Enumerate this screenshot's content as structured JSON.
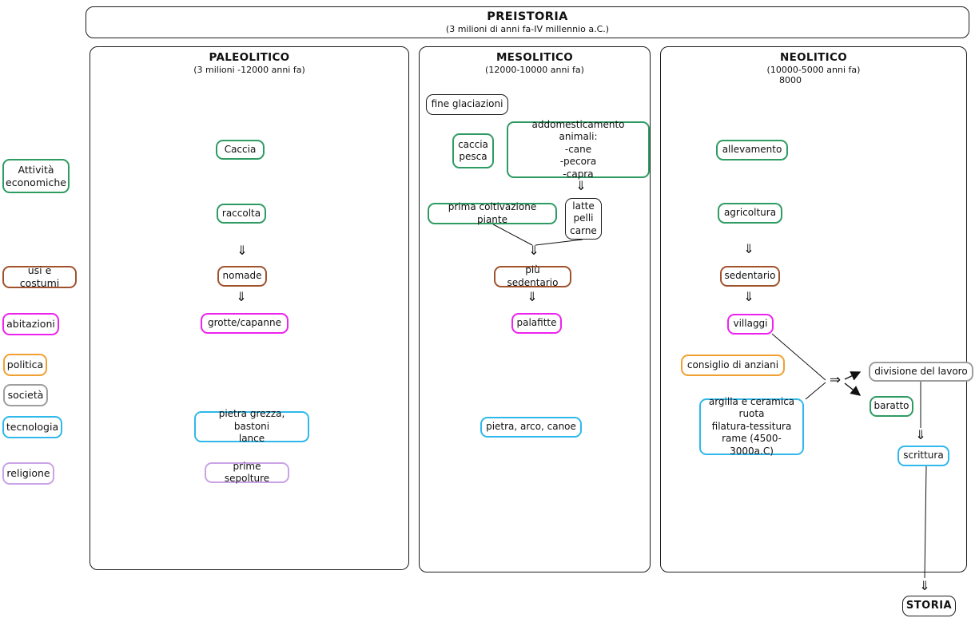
{
  "header": {
    "title": "PREISTORIA",
    "subtitle": "(3 milioni di anni fa-IV millennio a.C.)"
  },
  "legend": {
    "items": [
      {
        "label": "Attività\neconomiche",
        "color": "#2e9b62"
      },
      {
        "label": "usi e costumi",
        "color": "#a0522d"
      },
      {
        "label": "abitazioni",
        "color": "#ee22ee"
      },
      {
        "label": "politica",
        "color": "#f0a030"
      },
      {
        "label": "società",
        "color": "#9e9e9e"
      },
      {
        "label": "tecnologia",
        "color": "#2fb8ea"
      },
      {
        "label": "religione",
        "color": "#c9a3e6"
      }
    ]
  },
  "columns": {
    "paleolitico": {
      "title": "PALEOLITICO",
      "subtitle": "(3 milioni -12000 anni fa)"
    },
    "mesolitico": {
      "title": "MESOLITICO",
      "subtitle": "(12000-10000 anni fa)"
    },
    "neolitico": {
      "title": "NEOLITICO",
      "subtitle": "(10000-5000 anni fa)",
      "subtitle2": "8000"
    }
  },
  "nodes": {
    "caccia": {
      "label": "Caccia",
      "category": "attività economiche"
    },
    "raccolta": {
      "label": "raccolta",
      "category": "attività economiche"
    },
    "nomade": {
      "label": "nomade",
      "category": "usi e costumi"
    },
    "grotte": {
      "label": "grotte/capanne",
      "category": "abitazioni"
    },
    "pietra_paleo": {
      "label": "pietra grezza, bastoni\nlance",
      "category": "tecnologia"
    },
    "sepolture": {
      "label": "prime sepolture",
      "category": "religione"
    },
    "fine_glaciazioni": {
      "label": "fine glaciazioni",
      "category": "evento"
    },
    "caccia_pesca": {
      "label": "caccia\npesca",
      "category": "attività economiche"
    },
    "addomesticamento": {
      "label": "addomesticamento animali:\n-cane\n-pecora\n-capra",
      "category": "attività economiche"
    },
    "prima_coltivazione": {
      "label": "prima coltivazione piante",
      "category": "attività economiche"
    },
    "latte": {
      "label": "latte\npelli\ncarne",
      "category": "prodotti"
    },
    "piu_sedentario": {
      "label": "più sedentario",
      "category": "usi e costumi"
    },
    "palafitte": {
      "label": "palafitte",
      "category": "abitazioni"
    },
    "pietra_meso": {
      "label": "pietra, arco, canoe",
      "category": "tecnologia"
    },
    "allevamento": {
      "label": "allevamento",
      "category": "attività economiche"
    },
    "agricoltura": {
      "label": "agricoltura",
      "category": "attività economiche"
    },
    "sedentario": {
      "label": "sedentario",
      "category": "usi e costumi"
    },
    "villaggi": {
      "label": "villaggi",
      "category": "abitazioni"
    },
    "consiglio": {
      "label": "consiglio di anziani",
      "category": "politica"
    },
    "argilla": {
      "label": "argilla e ceramica\nruota\nfilatura-tessitura\nrame (4500-3000a.C)",
      "category": "tecnologia"
    },
    "divisione": {
      "label": "divisione del lavoro",
      "category": "società"
    },
    "baratto": {
      "label": "baratto",
      "category": "attività economiche"
    },
    "scrittura": {
      "label": "scrittura",
      "category": "tecnologia"
    },
    "storia": {
      "label": "STORIA",
      "category": "epoca"
    }
  },
  "symbols": {
    "down_arrow": "⇓",
    "right_arrow": "⇒"
  },
  "colors": {
    "attivita_economiche": "#2e9b62",
    "usi_e_costumi": "#a0522d",
    "abitazioni": "#ee22ee",
    "politica": "#f0a030",
    "societa": "#9e9e9e",
    "tecnologia": "#2fb8ea",
    "religione": "#c9a3e6",
    "neutral": "#1c1c1c"
  }
}
